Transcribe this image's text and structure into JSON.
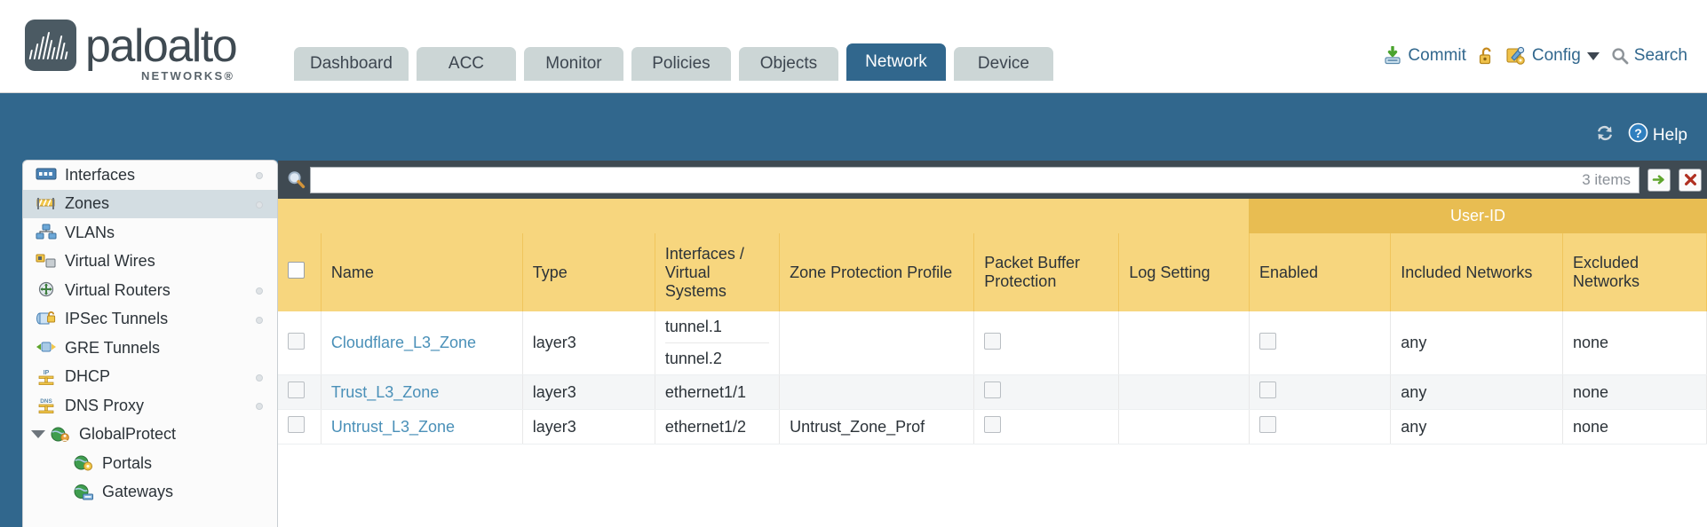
{
  "brand": {
    "name": "paloalto",
    "tagline": "NETWORKS",
    "registered": "®",
    "logo_icon": "paloalto-logo-icon"
  },
  "header": {
    "tabs": [
      {
        "label": "Dashboard",
        "active": false
      },
      {
        "label": "ACC",
        "active": false
      },
      {
        "label": "Monitor",
        "active": false
      },
      {
        "label": "Policies",
        "active": false
      },
      {
        "label": "Objects",
        "active": false
      },
      {
        "label": "Network",
        "active": true
      },
      {
        "label": "Device",
        "active": false
      }
    ],
    "actions": {
      "commit": {
        "label": "Commit",
        "icon": "commit-icon"
      },
      "lock": {
        "icon": "unlock-padlock-icon"
      },
      "config": {
        "label": "Config",
        "icon": "config-wrench-icon",
        "caret": "chevron-down-icon"
      },
      "search": {
        "label": "Search",
        "icon": "search-icon"
      }
    },
    "subbar": {
      "refresh": {
        "icon": "refresh-icon"
      },
      "help": {
        "label": "Help",
        "icon": "help-circle-icon"
      }
    }
  },
  "sidebar": {
    "items": [
      {
        "label": "Interfaces",
        "icon": "interfaces-icon",
        "selected": false,
        "dot": true,
        "child": false,
        "expandable": false
      },
      {
        "label": "Zones",
        "icon": "zones-icon",
        "selected": true,
        "dot": true,
        "child": false,
        "expandable": false
      },
      {
        "label": "VLANs",
        "icon": "vlans-icon",
        "selected": false,
        "dot": false,
        "child": false,
        "expandable": false
      },
      {
        "label": "Virtual Wires",
        "icon": "virtual-wires-icon",
        "selected": false,
        "dot": false,
        "child": false,
        "expandable": false
      },
      {
        "label": "Virtual Routers",
        "icon": "virtual-routers-icon",
        "selected": false,
        "dot": true,
        "child": false,
        "expandable": false
      },
      {
        "label": "IPSec Tunnels",
        "icon": "ipsec-tunnels-icon",
        "selected": false,
        "dot": true,
        "child": false,
        "expandable": false
      },
      {
        "label": "GRE Tunnels",
        "icon": "gre-tunnels-icon",
        "selected": false,
        "dot": false,
        "child": false,
        "expandable": false
      },
      {
        "label": "DHCP",
        "icon": "dhcp-icon",
        "selected": false,
        "dot": true,
        "child": false,
        "expandable": false
      },
      {
        "label": "DNS Proxy",
        "icon": "dns-proxy-icon",
        "selected": false,
        "dot": true,
        "child": false,
        "expandable": false
      },
      {
        "label": "GlobalProtect",
        "icon": "globalprotect-icon",
        "selected": false,
        "dot": false,
        "child": false,
        "expandable": true
      },
      {
        "label": "Portals",
        "icon": "portals-icon",
        "selected": false,
        "dot": false,
        "child": true,
        "expandable": false
      },
      {
        "label": "Gateways",
        "icon": "gateways-icon",
        "selected": false,
        "dot": false,
        "child": true,
        "expandable": false
      }
    ]
  },
  "search": {
    "value": "",
    "placeholder": "",
    "item_count": "3 items",
    "magnifier_icon": "search-icon",
    "apply_icon": "green-arrow-apply-icon",
    "clear_icon": "red-x-clear-icon"
  },
  "table": {
    "group_header": "User-ID",
    "columns": [
      "Name",
      "Type",
      "Interfaces / Virtual Systems",
      "Zone Protection Profile",
      "Packet Buffer Protection",
      "Log Setting",
      "Enabled",
      "Included Networks",
      "Excluded Networks"
    ],
    "rows": [
      {
        "selected": false,
        "name": "Cloudflare_L3_Zone",
        "type": "layer3",
        "interfaces": [
          "tunnel.1",
          "tunnel.2"
        ],
        "zone_protection_profile": "",
        "packet_buffer_protection": false,
        "log_setting": "",
        "userid_enabled": false,
        "included_networks": "any",
        "excluded_networks": "none"
      },
      {
        "selected": false,
        "name": "Trust_L3_Zone",
        "type": "layer3",
        "interfaces": [
          "ethernet1/1"
        ],
        "zone_protection_profile": "",
        "packet_buffer_protection": false,
        "log_setting": "",
        "userid_enabled": false,
        "included_networks": "any",
        "excluded_networks": "none"
      },
      {
        "selected": false,
        "name": "Untrust_L3_Zone",
        "type": "layer3",
        "interfaces": [
          "ethernet1/2"
        ],
        "zone_protection_profile": "Untrust_Zone_Prof",
        "packet_buffer_protection": false,
        "log_setting": "",
        "userid_enabled": false,
        "included_networks": "any",
        "excluded_networks": "none"
      }
    ]
  },
  "colors": {
    "brand_blue": "#31678d",
    "header_gold": "#f7d67e",
    "group_gold": "#e8bd52",
    "link_blue": "#4a90b8",
    "panel_dark": "#3f4a52",
    "tab_inactive": "#ccd6d6"
  }
}
